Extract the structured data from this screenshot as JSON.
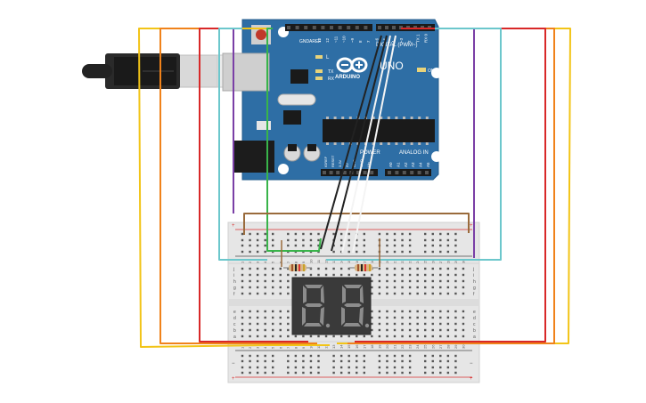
{
  "board": {
    "brand": "UNO",
    "maker": "ARDUINO",
    "digital_header": "DIGITAL (PWM~)",
    "power_label": "POWER",
    "analog_label": "ANALOG IN",
    "on_label": "ON",
    "led_l": "L",
    "led_tx": "TX",
    "led_rx": "RX",
    "aref": "AREF",
    "gnd": "GND",
    "digital_pins": [
      "13",
      "12",
      "~11",
      "~10",
      "~9",
      "8",
      "7",
      "~6",
      "~5",
      "4",
      "~3",
      "2",
      "TX 1",
      "RX 0"
    ],
    "power_pins": [
      "IOREF",
      "RESET",
      "3.3V",
      "5V",
      "GND",
      "GND",
      "Vin"
    ],
    "analog_pins": [
      "A0",
      "A1",
      "A2",
      "A3",
      "A4",
      "A5"
    ]
  },
  "breadboard": {
    "columns": [
      "1",
      "2",
      "3",
      "4",
      "5",
      "6",
      "7",
      "8",
      "9",
      "10",
      "11",
      "12",
      "13",
      "14",
      "15",
      "16",
      "17",
      "18",
      "19",
      "20",
      "21",
      "22",
      "23",
      "24",
      "25",
      "26",
      "27",
      "28",
      "29",
      "30"
    ],
    "rows_top": [
      "j",
      "i",
      "h",
      "g",
      "f"
    ],
    "rows_bottom": [
      "e",
      "d",
      "c",
      "b",
      "a"
    ],
    "plus": "+",
    "minus": "−"
  },
  "display": {
    "digits": [
      "8.",
      "8."
    ],
    "segment_color": "#8c8c8c",
    "body_color": "#3a3a3a"
  },
  "colors": {
    "board": "#2e6ea5",
    "breadboard": "#e6e6e6",
    "wire_yellow": "#f2c417",
    "wire_orange": "#f0821a",
    "wire_red": "#d82828",
    "wire_purple": "#7a3fa6",
    "wire_teal": "#6cc7cc",
    "wire_green": "#39b44a",
    "wire_brown": "#9a6b3c",
    "wire_black": "#222222",
    "wire_white": "#f4f4f4"
  }
}
